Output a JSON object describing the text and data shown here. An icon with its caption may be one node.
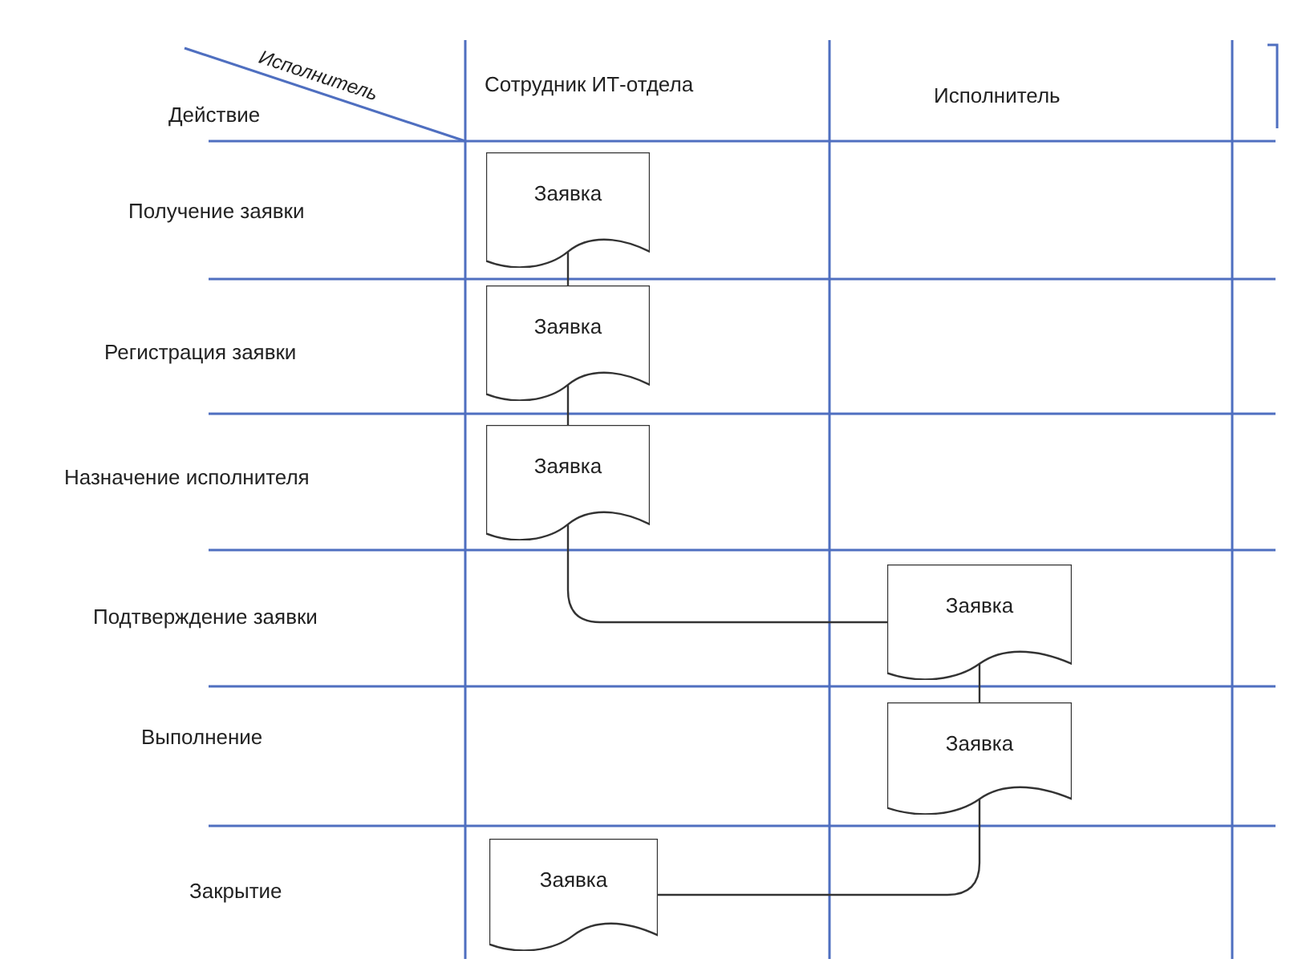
{
  "diagram": {
    "nodes": [
      {
        "text": [
          "Заявка"
        ]
      },
      {
        "text": [
          "Заявка"
        ]
      },
      {
        "text": [
          "Заявка"
        ]
      },
      {
        "text": [
          "Заявка"
        ]
      },
      {
        "text": [
          "Заявка"
        ]
      },
      {
        "text": [
          "Заявка"
        ]
      }
    ],
    "edges": [
      {
        "from": 0,
        "to": 1,
        "arrow": "none"
      },
      {
        "from": 1,
        "to": 2,
        "arrow": "none"
      },
      {
        "from": 2,
        "to": 3,
        "arrow": "none"
      },
      {
        "from": 3,
        "to": 4,
        "arrow": "none"
      },
      {
        "from": 4,
        "to": 5,
        "arrow": "none"
      }
    ],
    "labels": [
      "Исполнитель",
      "Действие",
      "Сотрудник ИТ-отдела",
      "Исполнитель",
      "Получение заявки",
      "Регистрация заявки",
      "Назначение исполнителя",
      "Подтверждение заявки",
      "Выполнение",
      "Закрытие"
    ]
  }
}
